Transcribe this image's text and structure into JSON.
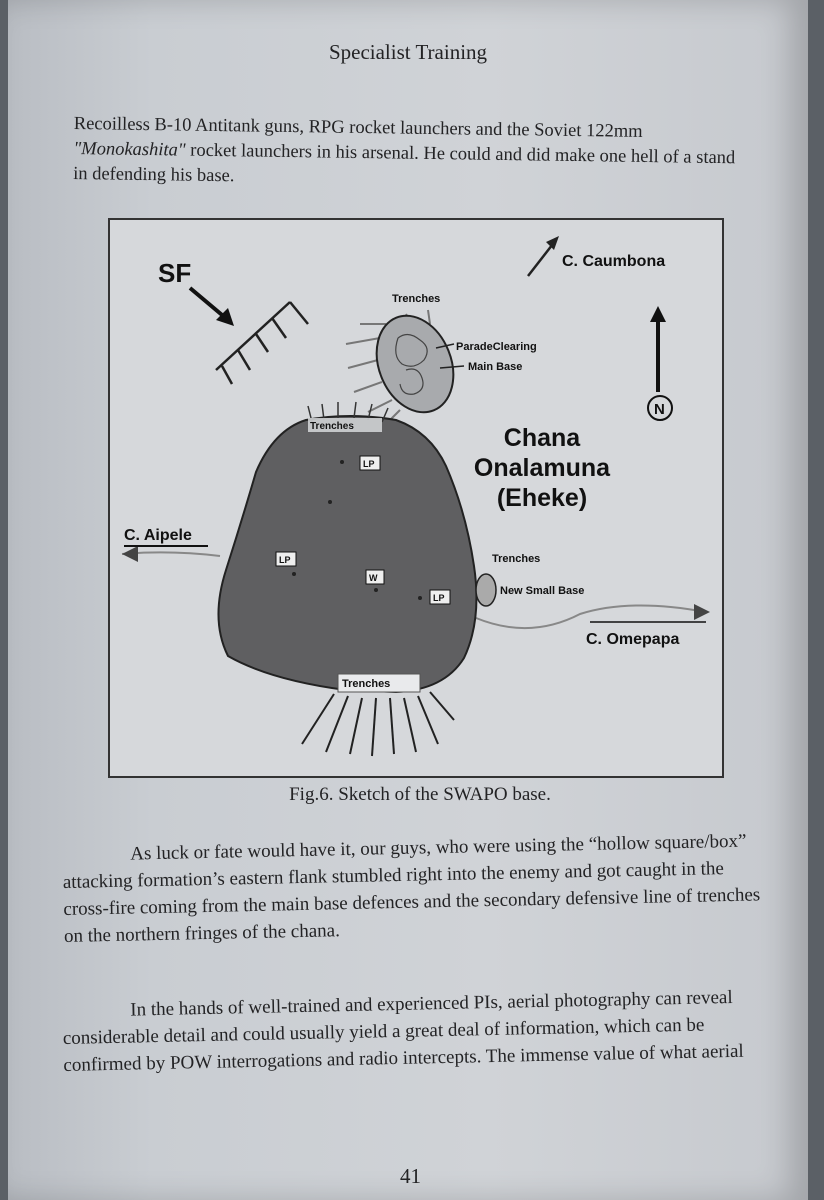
{
  "header": {
    "running_title": "Specialist Training"
  },
  "top_paragraph": {
    "before": "Recoilless B-10 Antitank guns, RPG rocket launchers and the Soviet 122mm ",
    "italic": "\"Monokashita\"",
    "after": " rocket launchers in his arsenal. He could and did make one hell of a stand in defending his base."
  },
  "figure": {
    "labels": {
      "sf": "SF",
      "caumbona": "C. Caumbona",
      "trenches_top": "Trenches",
      "parade_clearing": "ParadeClearing",
      "main_base": "Main Base",
      "trenches_mid": "Trenches",
      "chana_line1": "Chana",
      "chana_line2": "Onalamuna",
      "chana_line3": "(Eheke)",
      "aipele": "C. Aipele",
      "trenches_right": "Trenches",
      "new_small_base": "New Small Base",
      "omepapa": "C. Omepapa",
      "trenches_bottom": "Trenches",
      "north": "N",
      "lp1": "LP",
      "lp2": "LP",
      "lp3": "LP",
      "w": "W"
    }
  },
  "caption": "Fig.6. Sketch of the SWAPO base.",
  "paragraphs": [
    "As luck or fate would have it, our guys, who were using the “hollow square/box” attacking formation’s eastern flank stumbled right into the enemy and got caught in the cross-fire coming from the main base defences and the secondary defensive line of trenches on the northern fringes of the chana.",
    "In the hands of well-trained and experienced PIs, aerial photography can reveal considerable detail and could usually yield a great deal of information, which can be confirmed by POW interrogations and radio intercepts. The immense value of what aerial"
  ],
  "page_number": "41"
}
